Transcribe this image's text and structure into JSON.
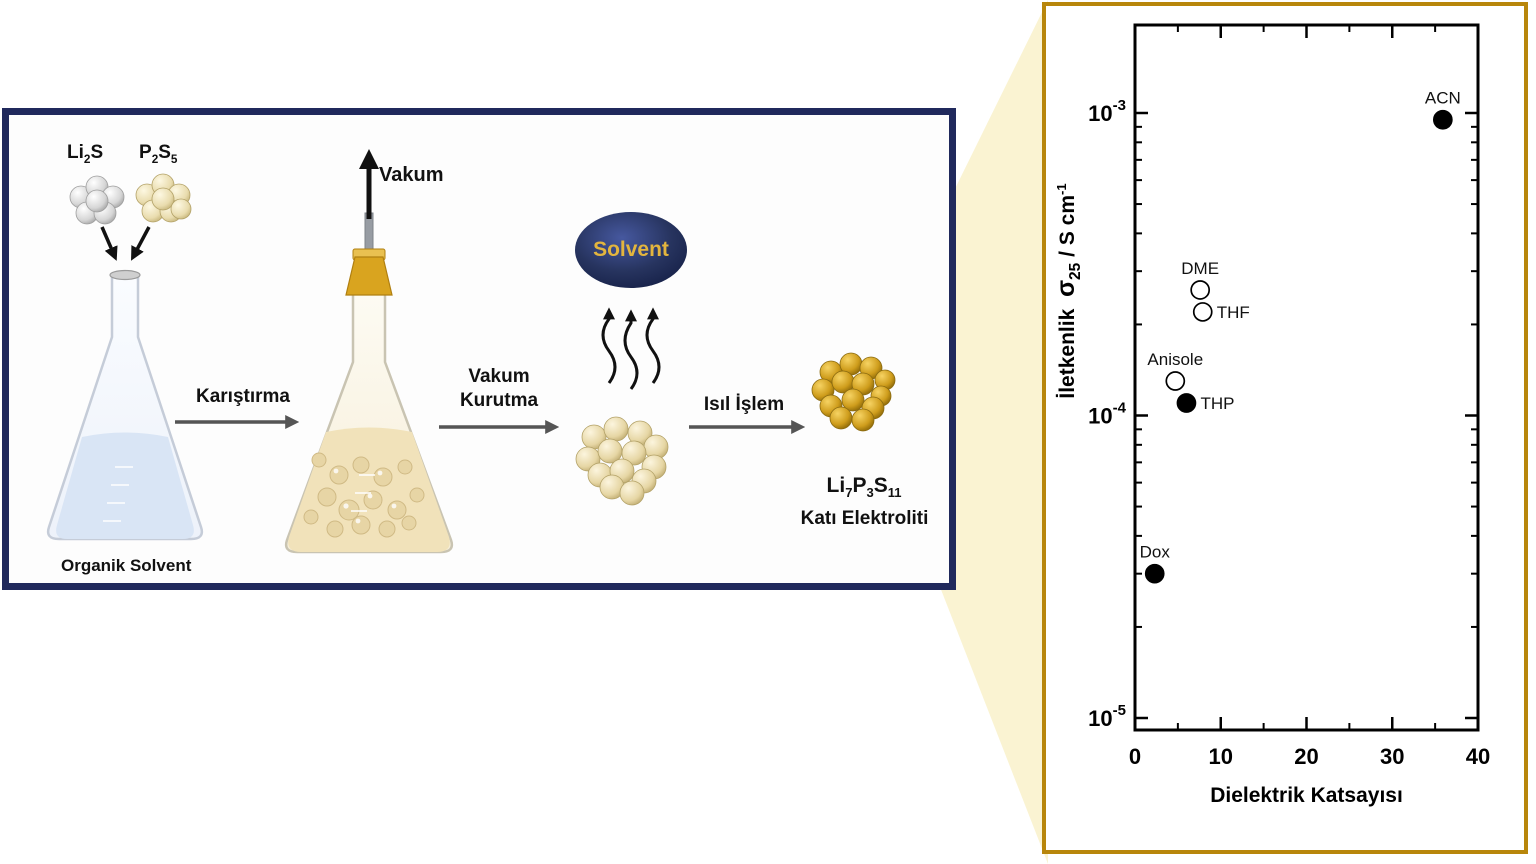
{
  "process": {
    "reagent1": {
      "p1": "Li",
      "s1": "2",
      "p2": "S"
    },
    "reagent2": {
      "p1": "P",
      "s1": "2",
      "p2": "S",
      "s2": "5"
    },
    "flask1_caption": "Organik Solvent",
    "step1_label": "Karıştırma",
    "vacuum_label": "Vakum",
    "step2_label_line1": "Vakum",
    "step2_label_line2": "Kurutma",
    "solvent_bubble": "Solvent",
    "step3_label": "Isıl İşlem",
    "product": {
      "p1": "Li",
      "s1": "7",
      "p2": "P",
      "s2": "3",
      "p3": "S",
      "s3": "11"
    },
    "product_caption": "Katı Elektroliti"
  },
  "chart_data": {
    "type": "scatter",
    "title": "",
    "xlabel": "Dielektrik Katsayısı",
    "ylabel_parts": {
      "prefix": "İletkenlik",
      "sigma": "σ",
      "sigma_sub": "25",
      "mid": " / S cm",
      "sup": "-1"
    },
    "xlim": [
      0,
      40
    ],
    "ylim": [
      9e-06,
      0.00195
    ],
    "yscale": "log",
    "grid": false,
    "legend": "none",
    "accent_border": "#b8860b",
    "xticks": [
      0,
      10,
      20,
      30,
      40
    ],
    "xminor": [
      5,
      15,
      25,
      35
    ],
    "ytick_labels": [
      {
        "base": "10",
        "exp": "-3",
        "value": 0.001
      },
      {
        "base": "10",
        "exp": "-4",
        "value": 0.0001
      },
      {
        "base": "10",
        "exp": "-5",
        "value": 1e-05
      }
    ],
    "points": [
      {
        "label": "ACN",
        "x": 35.9,
        "y": 0.00095,
        "filled": true,
        "label_pos": "above"
      },
      {
        "label": "DME",
        "x": 7.6,
        "y": 0.00026,
        "filled": false,
        "label_pos": "above"
      },
      {
        "label": "THF",
        "x": 7.9,
        "y": 0.00022,
        "filled": false,
        "label_pos": "right"
      },
      {
        "label": "Anisole",
        "x": 4.7,
        "y": 0.00013,
        "filled": false,
        "label_pos": "above"
      },
      {
        "label": "THP",
        "x": 6.0,
        "y": 0.00011,
        "filled": true,
        "label_pos": "right"
      },
      {
        "label": "Dox",
        "x": 2.3,
        "y": 3e-05,
        "filled": true,
        "label_pos": "above"
      }
    ]
  }
}
